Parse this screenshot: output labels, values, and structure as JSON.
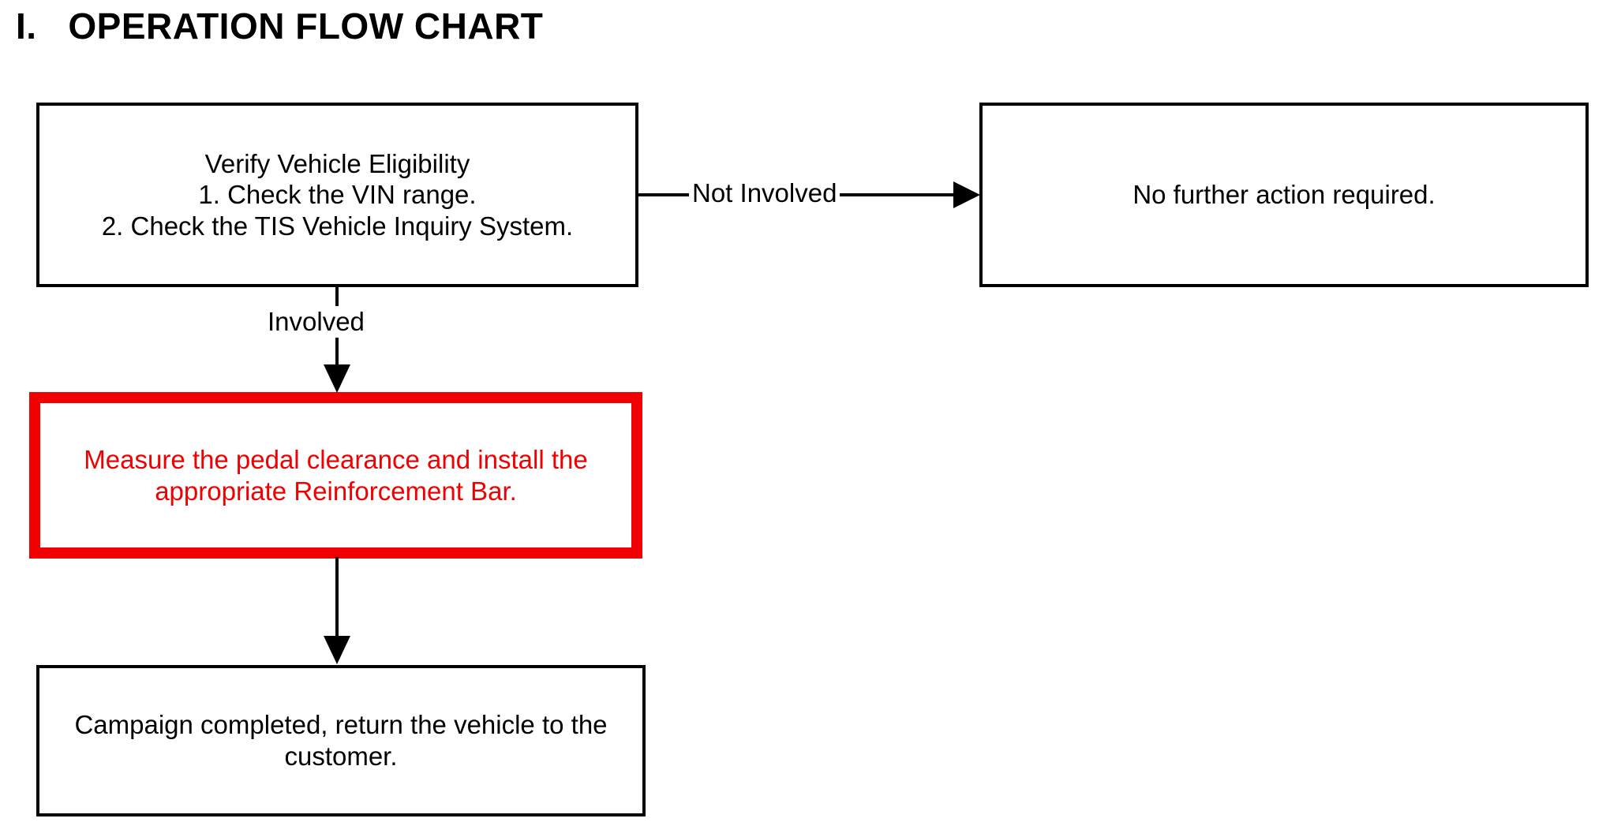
{
  "page": {
    "title_numeral": "I.",
    "title_text": "OPERATION FLOW CHART",
    "background_color": "#ffffff"
  },
  "colors": {
    "box_border": "#000000",
    "highlight_border": "#f00000",
    "highlight_text": "#f00000",
    "text": "#000000"
  },
  "chart_data": {
    "type": "diagram",
    "subtype": "flowchart",
    "title": "I.   OPERATION FLOW CHART",
    "nodes": [
      {
        "id": "verify",
        "label": "Verify Vehicle Eligibility\n1. Check the VIN range.\n2. Check the TIS Vehicle Inquiry System.",
        "shape": "rectangle",
        "border_color": "#000000",
        "text_color": "#000000"
      },
      {
        "id": "no-action",
        "label": "No further action required.",
        "shape": "rectangle",
        "border_color": "#000000",
        "text_color": "#000000"
      },
      {
        "id": "measure",
        "label": "Measure the pedal clearance and install the appropriate Reinforcement Bar.",
        "shape": "rectangle",
        "border_color": "#f00000",
        "text_color": "#f00000",
        "emphasis": true
      },
      {
        "id": "complete",
        "label": "Campaign completed, return the vehicle to the customer.",
        "shape": "rectangle",
        "border_color": "#000000",
        "text_color": "#000000"
      }
    ],
    "edges": [
      {
        "from": "verify",
        "to": "no-action",
        "label": "Not Involved",
        "direction": "right"
      },
      {
        "from": "verify",
        "to": "measure",
        "label": "Involved",
        "direction": "down"
      },
      {
        "from": "measure",
        "to": "complete",
        "label": "",
        "direction": "down"
      }
    ]
  }
}
